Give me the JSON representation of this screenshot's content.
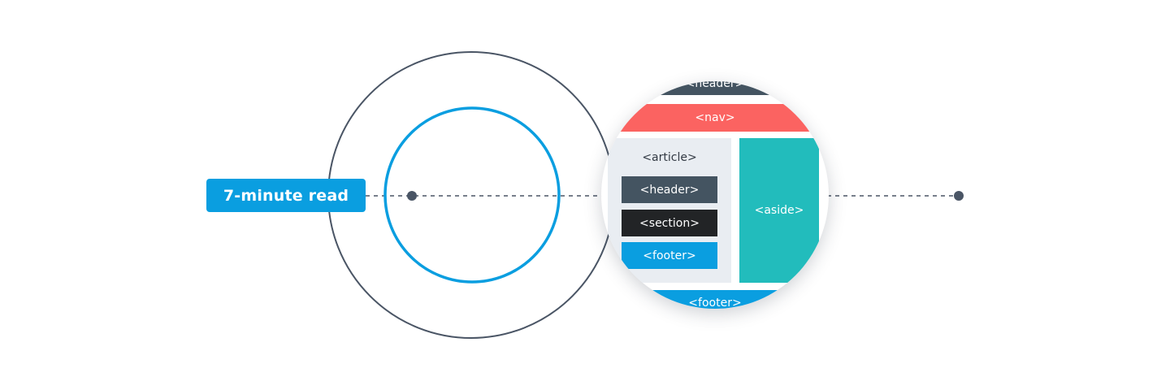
{
  "badge": {
    "label": "7-minute read",
    "color": "#0a9ee0"
  },
  "diagram": {
    "outer_ring_color": "#4a5565",
    "inner_ring_color": "#0a9ee0",
    "dot_color": "#4a5565",
    "line_style": "dashed"
  },
  "layout_blocks": {
    "header": "<header>",
    "nav": "<nav>",
    "article": "<article>",
    "article_header": "<header>",
    "article_section": "<section>",
    "article_footer": "<footer>",
    "aside": "<aside>",
    "footer": "<footer>"
  },
  "colors": {
    "header": "#445461",
    "nav": "#fb6361",
    "article_panel": "#e9edf2",
    "section": "#222426",
    "footer": "#0a9ee0",
    "aside": "#22bcbc"
  }
}
